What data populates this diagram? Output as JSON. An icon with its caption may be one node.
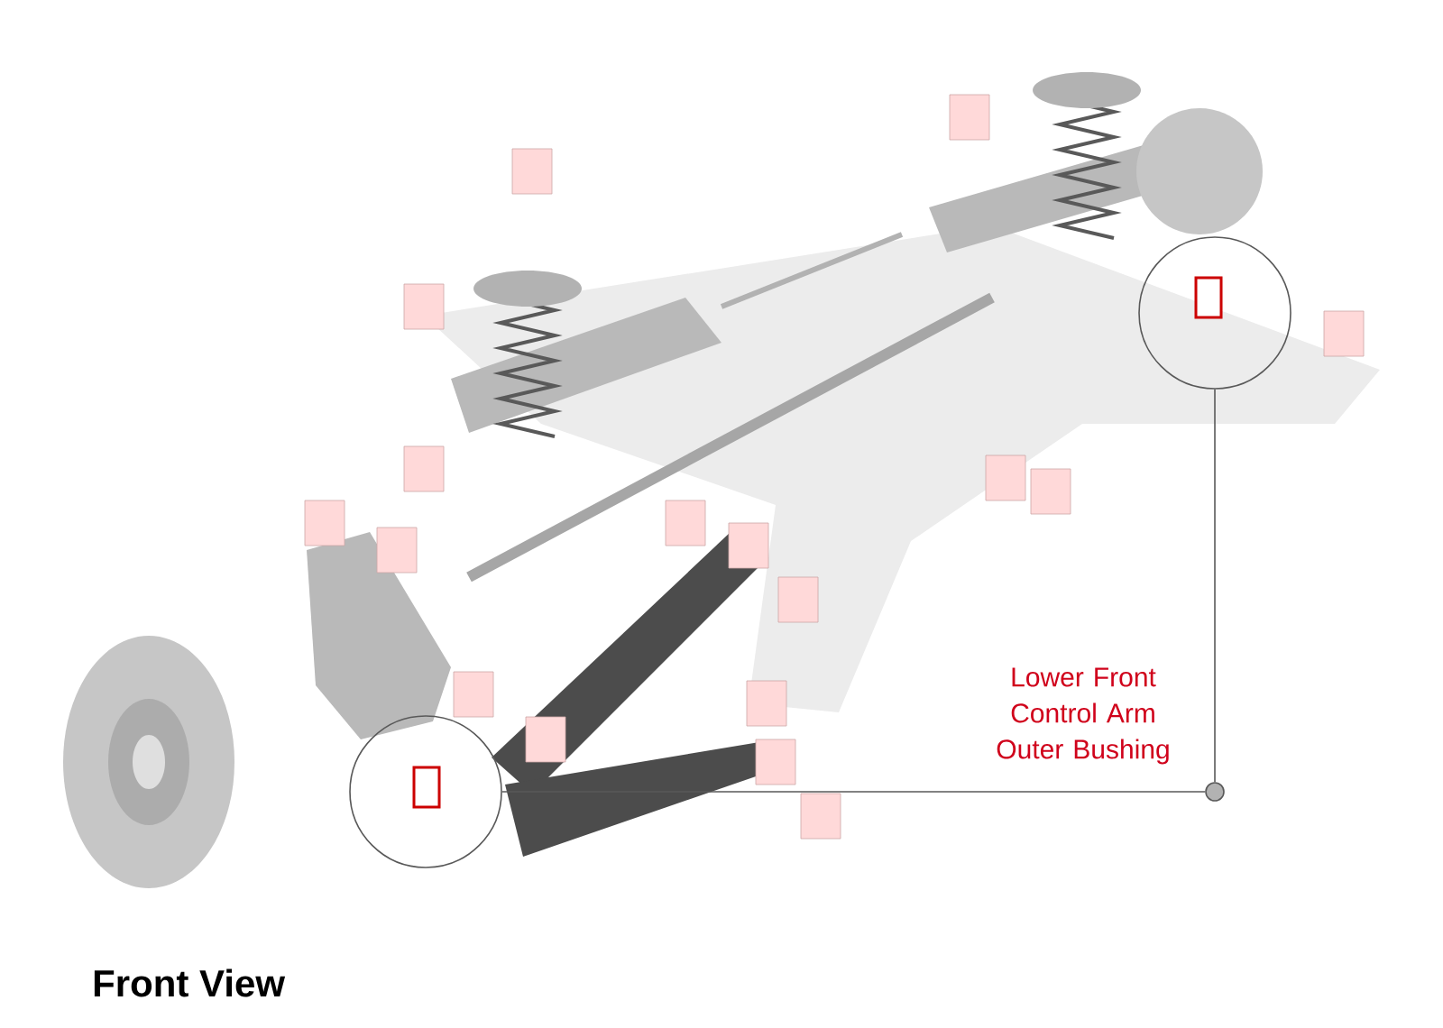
{
  "diagram": {
    "nodes": [
      {
        "text": [],
        "shape": "circle"
      },
      {
        "text": [],
        "shape": "circle"
      },
      {
        "text": [],
        "shape": "circle"
      }
    ],
    "edges": [
      {
        "from": 2,
        "to": 0,
        "arrow": "none"
      },
      {
        "from": 2,
        "to": 1,
        "arrow": "none"
      }
    ],
    "labels": [
      "Lower Front Control Arm Outer Bushing",
      "Front View"
    ]
  }
}
